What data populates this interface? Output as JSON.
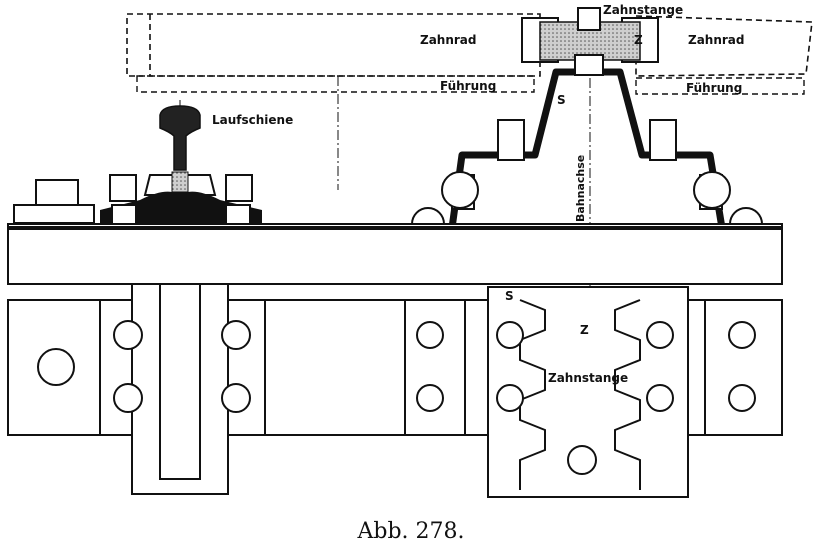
{
  "figure": {
    "labels": {
      "zahnstange_top": "Zahnstange",
      "zahnrad_left": "Zahnrad",
      "zahnrad_right": "Zahnrad",
      "z_top": "Z",
      "fuehrung_left": "Führung",
      "fuehrung_right": "Führung",
      "laufschiene": "Laufschiene",
      "s_top": "S",
      "bahnachse": "Bahnachse",
      "s_bottom": "S",
      "z_bottom": "Z",
      "zahnstange_bottom": "Zahnstange"
    },
    "caption": "Abb. 278."
  },
  "colors": {
    "ink": "#111111",
    "paper": "#ffffff",
    "shade": "#bdbdbd"
  }
}
